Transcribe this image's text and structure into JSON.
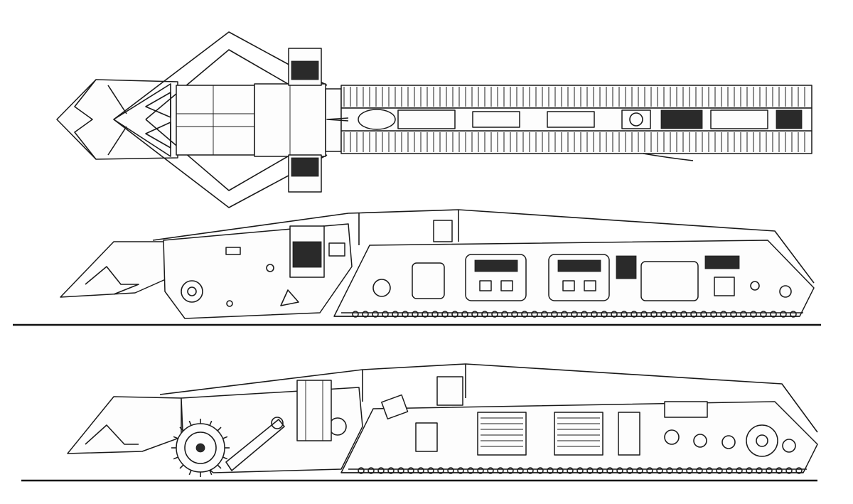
{
  "drawing": {
    "views": [
      {
        "id": "top-view",
        "kind": "plan"
      },
      {
        "id": "side-view",
        "kind": "elevation"
      },
      {
        "id": "section-view",
        "kind": "cutaway"
      }
    ],
    "colors": {
      "ink": "#1a1a1a",
      "paper": "#ffffff",
      "hatch": "#2a2a2a"
    }
  }
}
